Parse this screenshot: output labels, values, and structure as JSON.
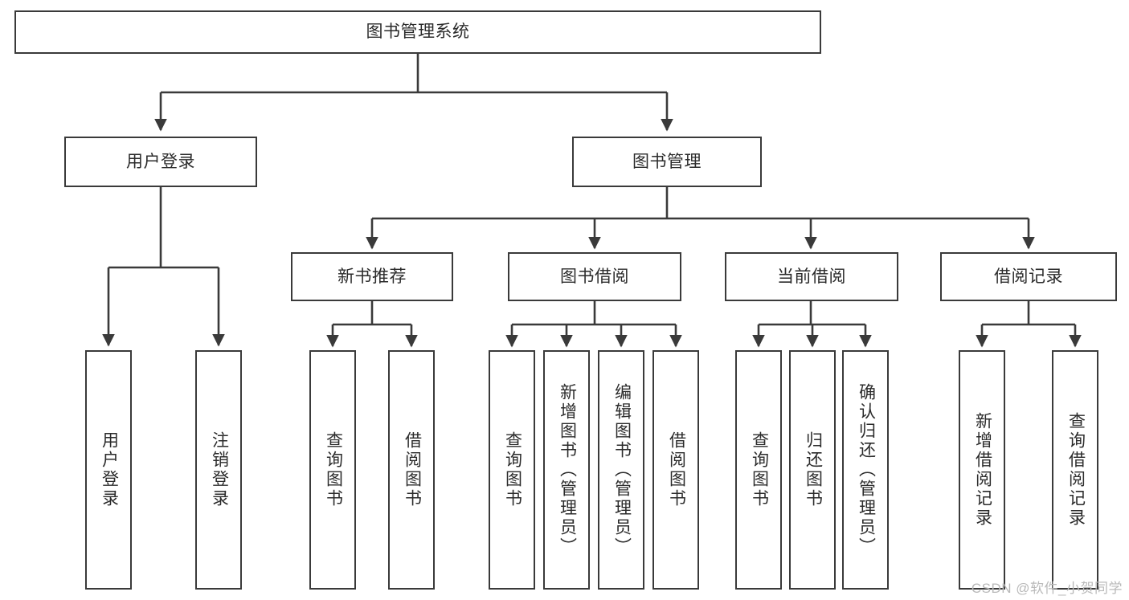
{
  "diagram": {
    "title": "图书管理系统",
    "type": "tree",
    "watermark": "CSDN @软件_小贺同学",
    "colors": {
      "box_border": "#3a3a3a",
      "box_fill": "#ffffff",
      "edge": "#3a3a3a",
      "text": "#2b2b2b",
      "watermark": "#b9b9b9"
    },
    "levels": {
      "root": {
        "label": "图书管理系统"
      },
      "modules": [
        {
          "id": "user-login",
          "label": "用户登录"
        },
        {
          "id": "book-manage",
          "label": "图书管理"
        }
      ],
      "submodules": [
        {
          "id": "new-book-recommend",
          "label": "新书推荐",
          "parent": "book-manage"
        },
        {
          "id": "book-borrow",
          "label": "图书借阅",
          "parent": "book-manage"
        },
        {
          "id": "current-borrow",
          "label": "当前借阅",
          "parent": "book-manage"
        },
        {
          "id": "borrow-record",
          "label": "借阅记录",
          "parent": "book-manage"
        }
      ],
      "leaves": [
        {
          "id": "leaf-user-login",
          "label": "用户登录",
          "parent": "user-login"
        },
        {
          "id": "leaf-user-logout",
          "label": "注销登录",
          "parent": "user-login"
        },
        {
          "id": "leaf-query-book-1",
          "label": "查询图书",
          "parent": "new-book-recommend"
        },
        {
          "id": "leaf-borrow-book-1",
          "label": "借阅图书",
          "parent": "new-book-recommend"
        },
        {
          "id": "leaf-query-book-2",
          "label": "查询图书",
          "parent": "book-borrow"
        },
        {
          "id": "leaf-add-book",
          "label": "新增图书（管理员）",
          "parent": "book-borrow"
        },
        {
          "id": "leaf-edit-book",
          "label": "编辑图书（管理员）",
          "parent": "book-borrow"
        },
        {
          "id": "leaf-borrow-book-2",
          "label": "借阅图书",
          "parent": "book-borrow"
        },
        {
          "id": "leaf-query-book-3",
          "label": "查询图书",
          "parent": "current-borrow"
        },
        {
          "id": "leaf-return-book",
          "label": "归还图书",
          "parent": "current-borrow"
        },
        {
          "id": "leaf-confirm-return",
          "label": "确认归还（管理员）",
          "parent": "current-borrow"
        },
        {
          "id": "leaf-add-record",
          "label": "新增借阅记录",
          "parent": "borrow-record"
        },
        {
          "id": "leaf-query-record",
          "label": "查询借阅记录",
          "parent": "borrow-record"
        }
      ]
    }
  }
}
